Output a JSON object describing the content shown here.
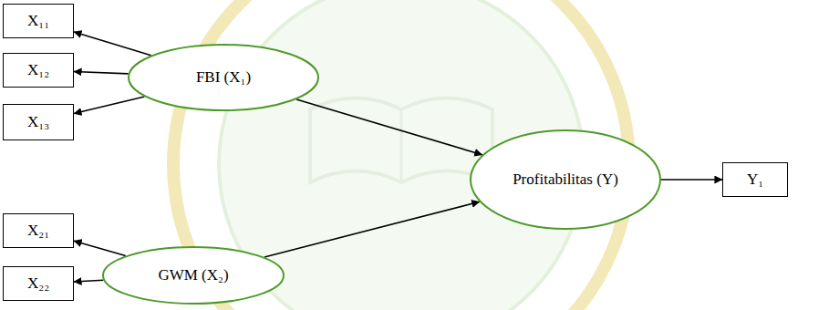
{
  "diagram": {
    "nodes": [
      {
        "text": [
          "X₁₁"
        ]
      },
      {
        "text": [
          "X₁₂"
        ]
      },
      {
        "text": [
          "X₁₃"
        ]
      },
      {
        "text": [
          "FBI (X₁)"
        ]
      },
      {
        "text": [
          "Profitabilitas (Y)"
        ]
      },
      {
        "text": [
          "Y₁"
        ]
      },
      {
        "text": [
          "X₂₁"
        ]
      },
      {
        "text": [
          "X₂₂"
        ]
      },
      {
        "text": [
          "GWM (X₂)"
        ]
      }
    ],
    "edges": [
      {
        "from": 3,
        "to": 0,
        "arrow": "to"
      },
      {
        "from": 3,
        "to": 1,
        "arrow": "to"
      },
      {
        "from": 3,
        "to": 2,
        "arrow": "to"
      },
      {
        "from": 3,
        "to": 4,
        "arrow": "to"
      },
      {
        "from": 8,
        "to": 4,
        "arrow": "to"
      },
      {
        "from": 4,
        "to": 5,
        "arrow": "to"
      },
      {
        "from": 8,
        "to": 6,
        "arrow": "to"
      },
      {
        "from": 8,
        "to": 7,
        "arrow": "to"
      }
    ]
  }
}
